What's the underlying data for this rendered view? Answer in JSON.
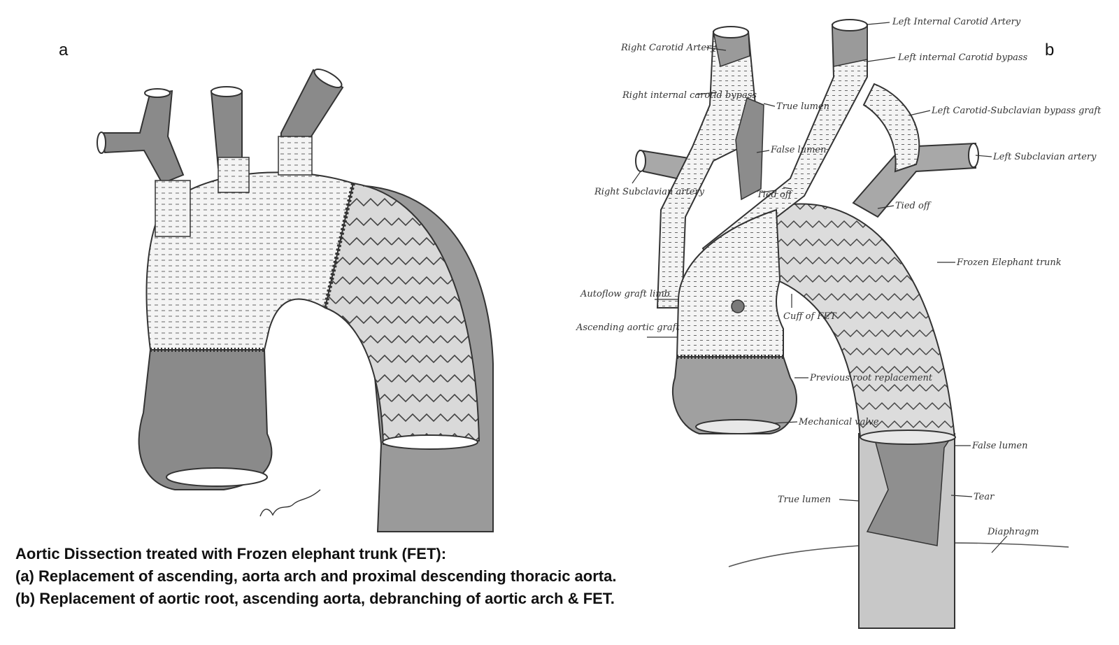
{
  "panels": {
    "a": {
      "letter": "a"
    },
    "b": {
      "letter": "b"
    }
  },
  "caption": {
    "line1": "Aortic Dissection treated with Frozen elephant trunk (FET):",
    "line2": "(a) Replacement of ascending, aorta arch and proximal descending thoracic aorta.",
    "line3": "(b) Replacement of aortic root, ascending aorta, debranching of aortic arch & FET."
  },
  "labels_b": {
    "left_internal_carotid_artery": "Left Internal Carotid Artery",
    "right_carotid_artery": "Right Carotid Artery",
    "left_internal_carotid_bypass": "Left internal Carotid bypass",
    "right_internal_carotid_bypass": "Right internal carotid bypass",
    "true_lumen_top": "True lumen",
    "left_carotid_subclavian_bypass": "Left Carotid-Subclavian bypass graft",
    "false_lumen_top": "False lumen",
    "left_subclavian_artery": "Left Subclavian artery",
    "right_subclavian_artery": "Right Subclavian artery",
    "tied_off_1": "Tied off",
    "tied_off_2": "Tied off",
    "frozen_elephant_trunk": "Frozen Elephant trunk",
    "autoflow_graft_limb": "Autoflow graft limb",
    "cuff_of_fet": "Cuff of FET",
    "ascending_aortic_graft": "Ascending aortic graft",
    "previous_root_replacement": "Previous root replacement",
    "mechanical_valve": "Mechanical valve",
    "false_lumen_bottom": "False lumen",
    "true_lumen_bottom": "True lumen",
    "tear": "Tear",
    "diaphragm": "Diaphragm"
  },
  "colors": {
    "ink": "#333333",
    "dark_shade": "#8a8a8a",
    "mid_shade": "#a8a8a8",
    "graft_fill": "#f2f2f2"
  }
}
